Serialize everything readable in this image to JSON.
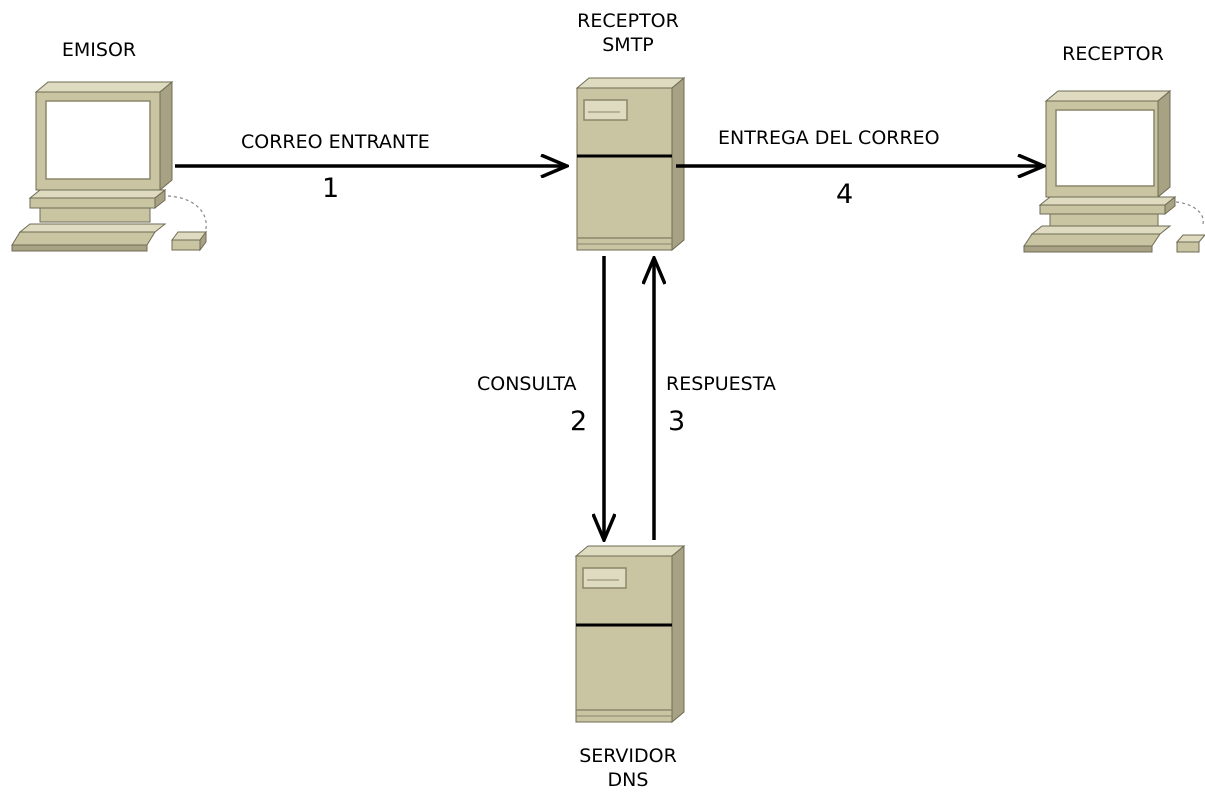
{
  "colors": {
    "device_body": "#c9c4a2",
    "device_light": "#dedbc1",
    "device_dark": "#a7a283",
    "device_outline": "#6f6b55",
    "screen": "#ffffff",
    "arrow": "#000000"
  },
  "nodes": {
    "emisor": {
      "label": "EMISOR",
      "icon": "desktop-computer-icon"
    },
    "receptor_smtp": {
      "label_lines": [
        "RECEPTOR",
        "SMTP"
      ],
      "icon": "server-tower-icon"
    },
    "receptor": {
      "label": "RECEPTOR",
      "icon": "desktop-computer-icon"
    },
    "servidor_dns": {
      "label_lines": [
        "SERVIDOR",
        "DNS"
      ],
      "icon": "server-tower-icon"
    }
  },
  "edges": [
    {
      "from": "EMISOR",
      "to": "RECEPTOR SMTP",
      "label": "CORREO ENTRANTE",
      "step": "1"
    },
    {
      "from": "RECEPTOR SMTP",
      "to": "SERVIDOR DNS",
      "label": "CONSULTA",
      "step": "2"
    },
    {
      "from": "SERVIDOR DNS",
      "to": "RECEPTOR SMTP",
      "label": "RESPUESTA",
      "step": "3"
    },
    {
      "from": "RECEPTOR SMTP",
      "to": "RECEPTOR",
      "label": "ENTREGA DEL CORREO",
      "step": "4"
    }
  ]
}
